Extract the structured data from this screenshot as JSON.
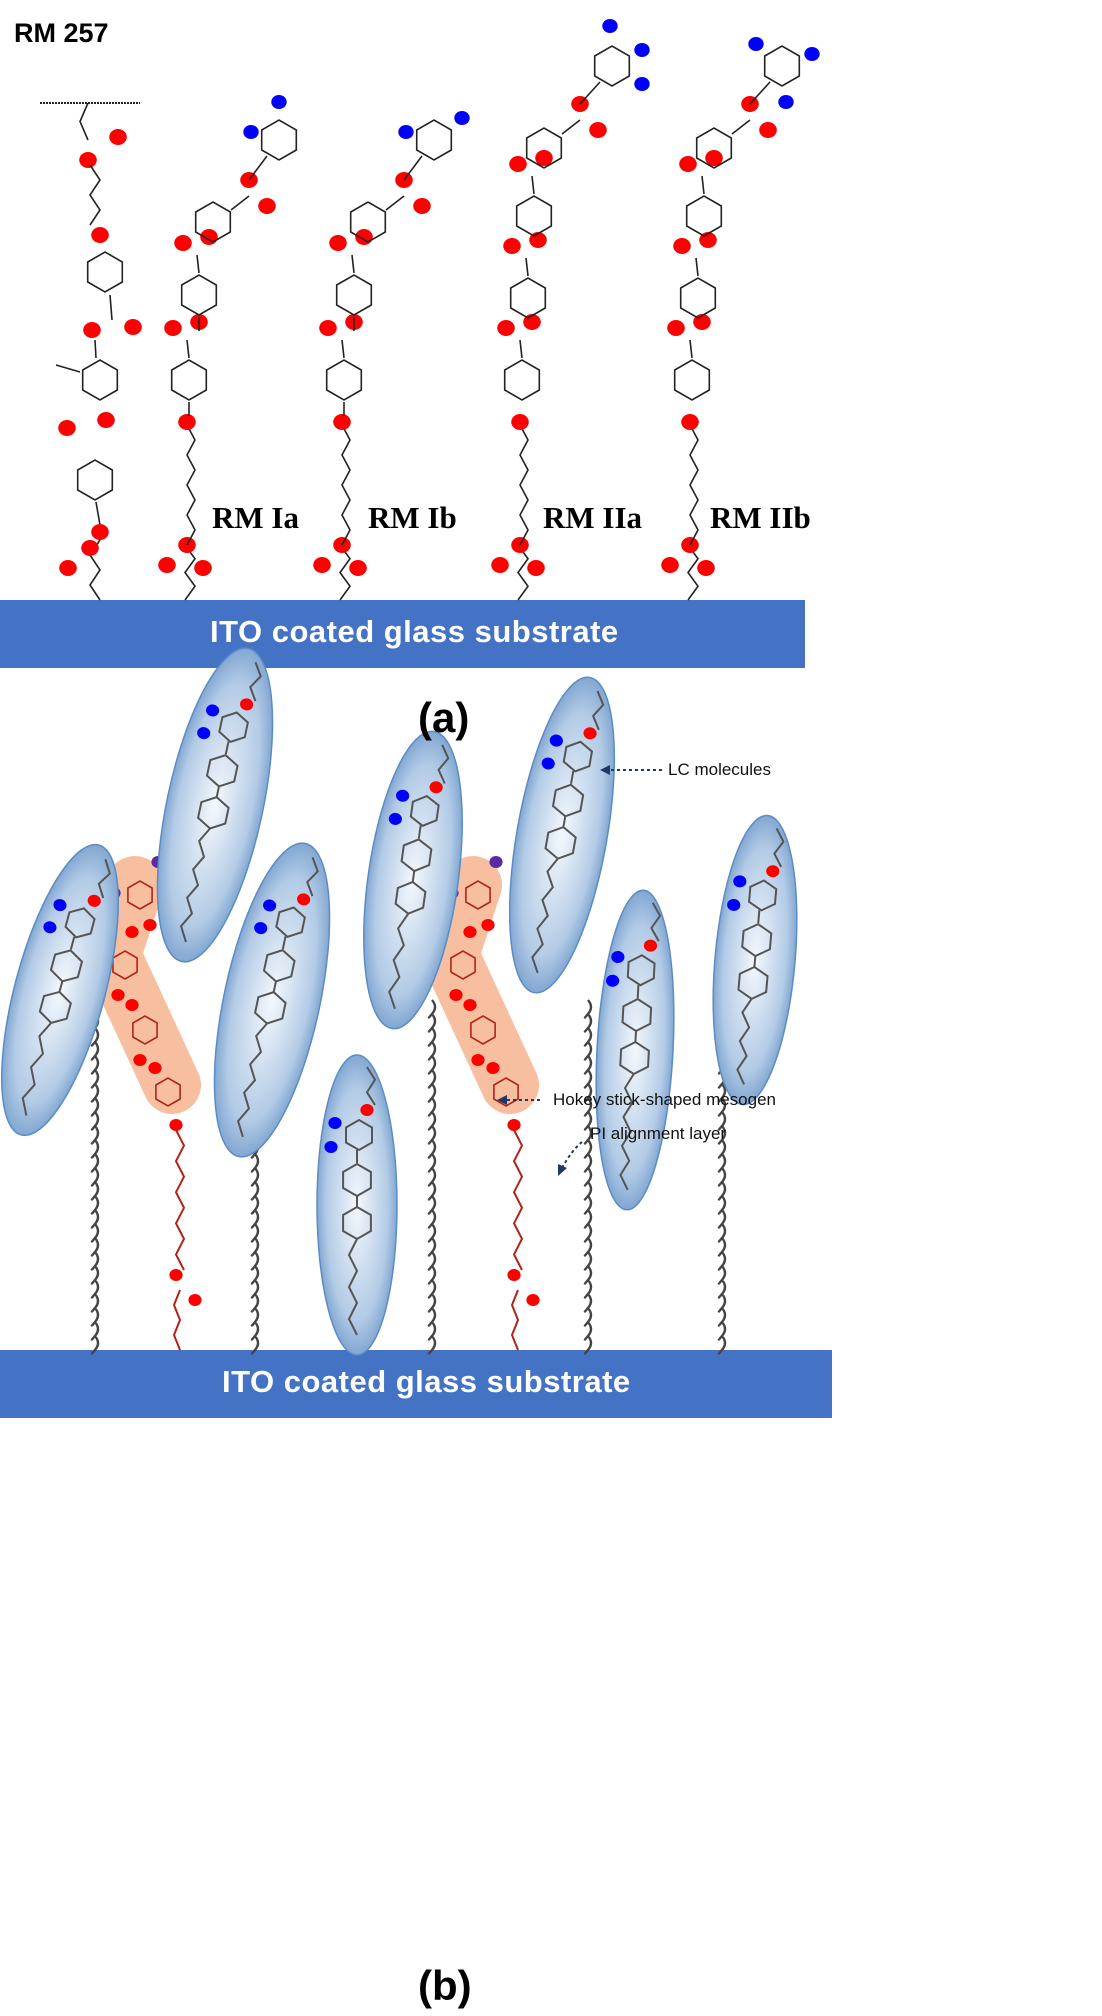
{
  "panel_a": {
    "label": "(a)",
    "molecules": [
      "RM 257",
      "RM Ia",
      "RM Ib",
      "RM IIa",
      "RM IIb"
    ],
    "substrate": "ITO coated glass substrate"
  },
  "panel_b": {
    "label": "(b)",
    "annotations": {
      "lc": "LC molecules",
      "mesogen": "Hokey stick-shaped mesogen",
      "pi": "PI alignment layer"
    },
    "substrate": "ITO coated glass substrate"
  },
  "colors": {
    "substrate": "#4472C4",
    "oxygen": "#FF0000",
    "fluorine": "#0000FF",
    "lc_ellipse": "#8DB4E2",
    "mesogen_highlight": "#F7BFA0",
    "mesogen_bond": "#B02418"
  }
}
